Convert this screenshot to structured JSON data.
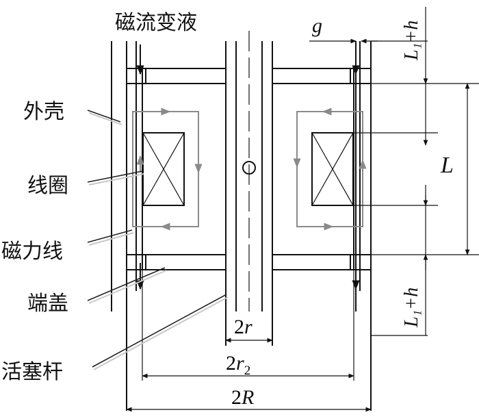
{
  "labels": {
    "fluid": "磁流变液",
    "housing": "外壳",
    "coil": "线圈",
    "flux_lines": "磁力线",
    "end_cap": "端盖",
    "piston_rod": "活塞杆"
  },
  "dims": {
    "g": "g",
    "L": "L",
    "L1h_top": "L₁+h",
    "L1h_bottom": "L₁+h",
    "two_r_prefix": "2",
    "two_r_var": "r",
    "two_r2_prefix": "2",
    "two_r2_var": "r",
    "two_r2_sub": "2",
    "two_R_prefix": "2",
    "two_R_var": "R"
  },
  "colors": {
    "line": "#111111",
    "flux": "#8a8a8a"
  }
}
